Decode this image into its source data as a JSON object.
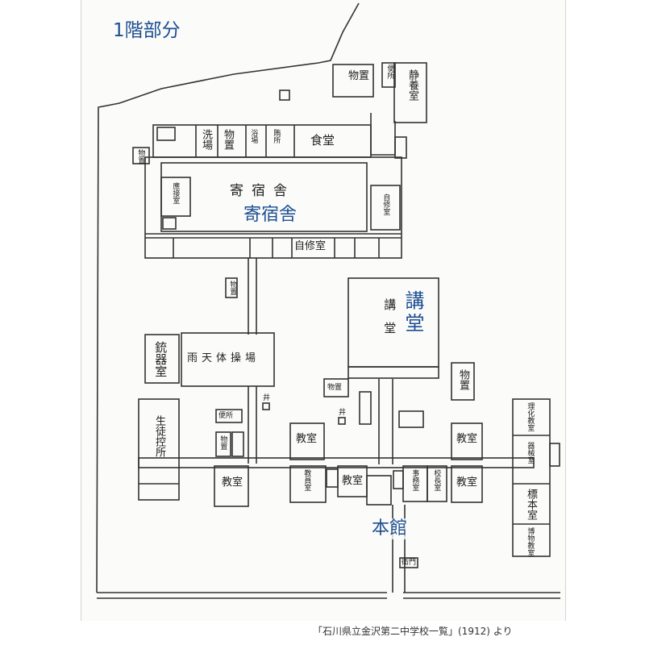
{
  "page": {
    "heading": "1階部分",
    "caption": "「石川県立金沢第二中学校一覧」(1912) より"
  },
  "region_labels": {
    "dormitory": "寄宿舎",
    "lecture_hall": "講堂",
    "main_building": "本館"
  },
  "rooms": {
    "storage_top": "物置",
    "toilet_top": "便所",
    "sanatorium": "静養室",
    "wash_room": "洗場",
    "storage_2": "物置",
    "bath": "浴場",
    "kitchen": "賄所",
    "dining": "食堂",
    "storage_left": "物置",
    "dormitory_hall": "寄宿舎",
    "dorm_room_left": "應接室",
    "study_room_right": "自修室",
    "study_rooms": "自修室",
    "storage_mid": "物置",
    "gun_room": "銃器室",
    "rain_gym": "雨天体操場",
    "well_1": "井",
    "well_2": "井",
    "lecture_hall_room": "講堂",
    "storage_right": "物置",
    "storage_center": "物置",
    "toilet_mid": "便所",
    "student_waiting": "生徒控所",
    "storage_low": "物置",
    "classroom_1": "教室",
    "classroom_2": "教室",
    "staff_room": "教員室",
    "classroom_3": "教室",
    "office": "事務室",
    "principal": "校長室",
    "classroom_4": "教室",
    "classroom_5": "教室",
    "science": "理化教室",
    "instruments": "器械室",
    "specimens": "標本室",
    "museum": "博物教室",
    "gate": "衛門"
  }
}
